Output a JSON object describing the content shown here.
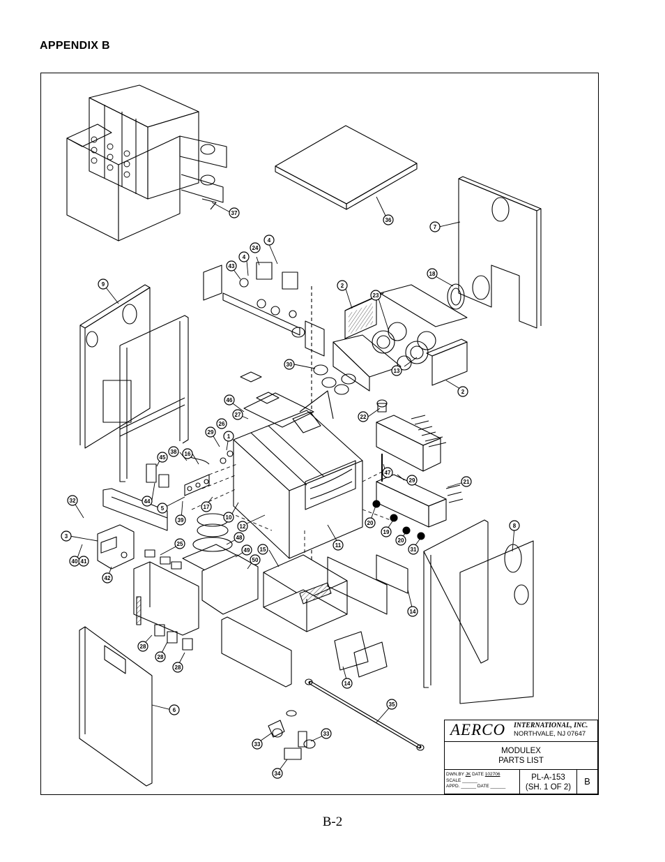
{
  "page": {
    "heading": "APPENDIX  B",
    "page_number": "B-2"
  },
  "title_block": {
    "logo": "AERCO",
    "company": "INTERNATIONAL,  INC.",
    "address": "NORTHVALE, NJ   07647",
    "title_line1": "MODULEX",
    "title_line2": "PARTS  LIST",
    "drawn_by_label": "DWN.BY",
    "drawn_by": "JK",
    "date_label": "DATE",
    "date": "102706",
    "scale_label": "SCALE",
    "appd_label": "APPD.",
    "drawing_number": "PL-A-153",
    "sheet": "(SH. 1 OF 2)",
    "revision": "B"
  },
  "callouts": [
    {
      "label": "37"
    },
    {
      "label": "36"
    },
    {
      "label": "7"
    },
    {
      "label": "43"
    },
    {
      "label": "24"
    },
    {
      "label": "4"
    },
    {
      "label": "4"
    },
    {
      "label": "9"
    },
    {
      "label": "2"
    },
    {
      "label": "23"
    },
    {
      "label": "18"
    },
    {
      "label": "30"
    },
    {
      "label": "13"
    },
    {
      "label": "2"
    },
    {
      "label": "46"
    },
    {
      "label": "27"
    },
    {
      "label": "26"
    },
    {
      "label": "22"
    },
    {
      "label": "29"
    },
    {
      "label": "1"
    },
    {
      "label": "38"
    },
    {
      "label": "16"
    },
    {
      "label": "45"
    },
    {
      "label": "47"
    },
    {
      "label": "29"
    },
    {
      "label": "21"
    },
    {
      "label": "44"
    },
    {
      "label": "5"
    },
    {
      "label": "17"
    },
    {
      "label": "10"
    },
    {
      "label": "39"
    },
    {
      "label": "32"
    },
    {
      "label": "12"
    },
    {
      "label": "11"
    },
    {
      "label": "20"
    },
    {
      "label": "19"
    },
    {
      "label": "20"
    },
    {
      "label": "8"
    },
    {
      "label": "3"
    },
    {
      "label": "25"
    },
    {
      "label": "48"
    },
    {
      "label": "49"
    },
    {
      "label": "15"
    },
    {
      "label": "50"
    },
    {
      "label": "31"
    },
    {
      "label": "40"
    },
    {
      "label": "41"
    },
    {
      "label": "42"
    },
    {
      "label": "14"
    },
    {
      "label": "28"
    },
    {
      "label": "28"
    },
    {
      "label": "28"
    },
    {
      "label": "14"
    },
    {
      "label": "6"
    },
    {
      "label": "35"
    },
    {
      "label": "33"
    },
    {
      "label": "33"
    },
    {
      "label": "34"
    }
  ]
}
